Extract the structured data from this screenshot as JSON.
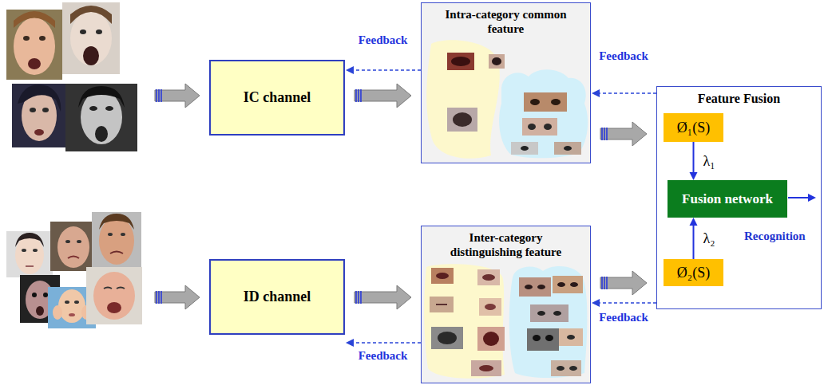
{
  "diagram": {
    "nodes": [
      {
        "text": [
          "IC channel"
        ]
      },
      {
        "text": [
          "Intra-category common feature"
        ]
      },
      {
        "text": [
          "Feature Fusion"
        ]
      },
      {
        "text": [
          "Ø₁(S)"
        ],
        "in": 2
      },
      {
        "text": [
          "Fusion network"
        ],
        "in": 2
      },
      {
        "text": [
          "Ø₂(S)"
        ],
        "in": 2
      },
      {
        "text": [
          "ID channel"
        ]
      },
      {
        "text": [
          "Inter-category distinguishing feature"
        ]
      }
    ],
    "edges": [
      {
        "from": 0,
        "to": 1,
        "arrow": "to"
      },
      {
        "from": 1,
        "to": 0,
        "arrow": "to",
        "label": "Feedback"
      },
      {
        "from": 1,
        "to": 2,
        "arrow": "to"
      },
      {
        "from": 2,
        "to": 1,
        "arrow": "to",
        "label": "Feedback"
      },
      {
        "from": 3,
        "to": 4,
        "arrow": "to",
        "label": "λ₁"
      },
      {
        "from": 5,
        "to": 4,
        "arrow": "to",
        "label": "λ₂"
      },
      {
        "from": 6,
        "to": 7,
        "arrow": "to"
      },
      {
        "from": 7,
        "to": 6,
        "arrow": "to",
        "label": "Feedback"
      },
      {
        "from": 7,
        "to": 2,
        "arrow": "to"
      },
      {
        "from": 2,
        "to": 7,
        "arrow": "to",
        "label": "Feedback"
      }
    ],
    "labels": [
      "Recognition"
    ]
  }
}
